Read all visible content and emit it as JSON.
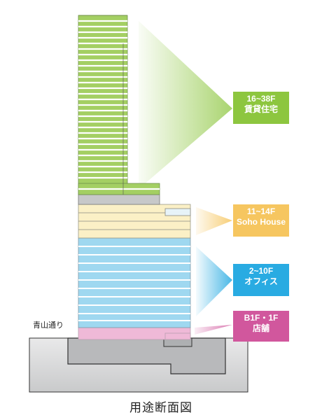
{
  "street_label": "青山通り",
  "caption": "用途断面図",
  "zones": [
    {
      "id": "residential",
      "floors": "16~38F",
      "use": "賃貸住宅",
      "color": "#8dc63f"
    },
    {
      "id": "soho",
      "floors": "11~14F",
      "use": "Soho House",
      "color": "#f6c660"
    },
    {
      "id": "office",
      "floors": "2~10F",
      "use": "オフィス",
      "color": "#29abe2"
    },
    {
      "id": "retail",
      "floors": "B1F・1F",
      "use": "店舗",
      "color": "#d1579d"
    }
  ]
}
